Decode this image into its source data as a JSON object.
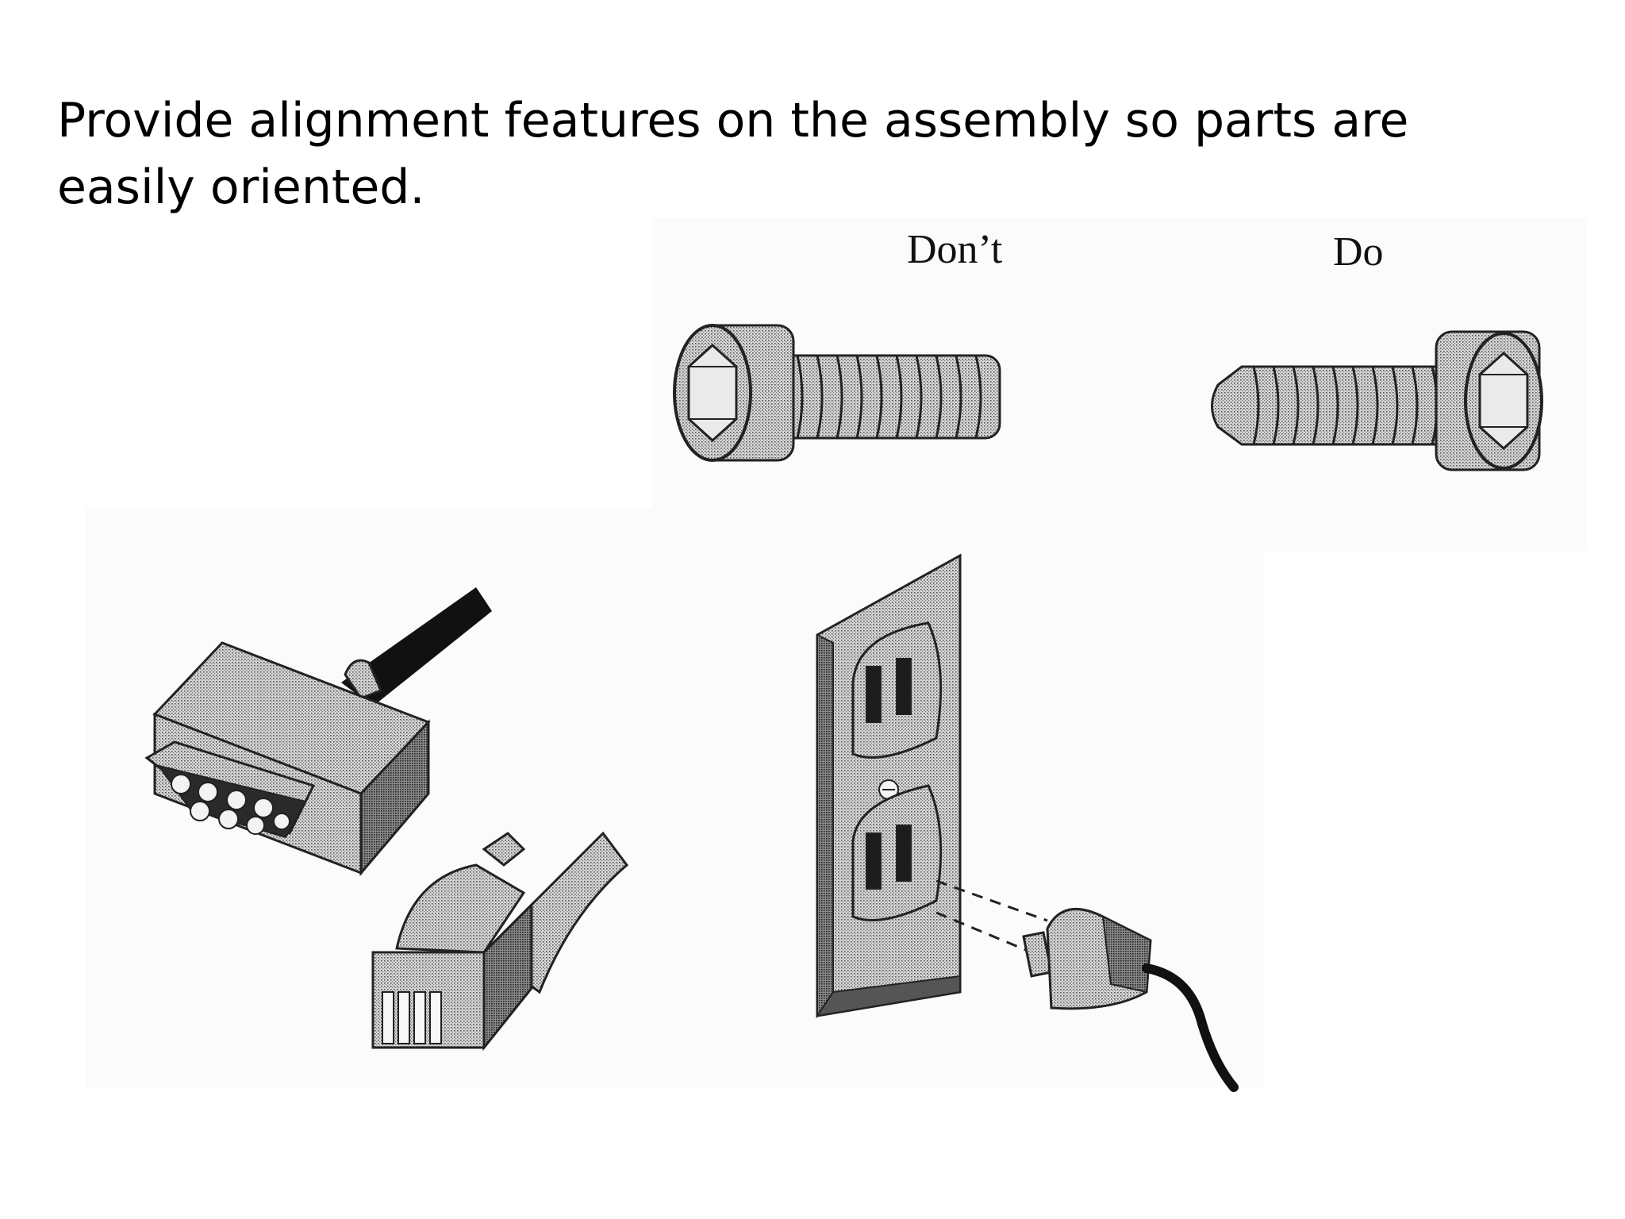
{
  "slide": {
    "title": "Provide alignment features on the assembly so parts are easily oriented."
  },
  "screws": {
    "dont_label": "Don’t",
    "do_label": "Do"
  }
}
